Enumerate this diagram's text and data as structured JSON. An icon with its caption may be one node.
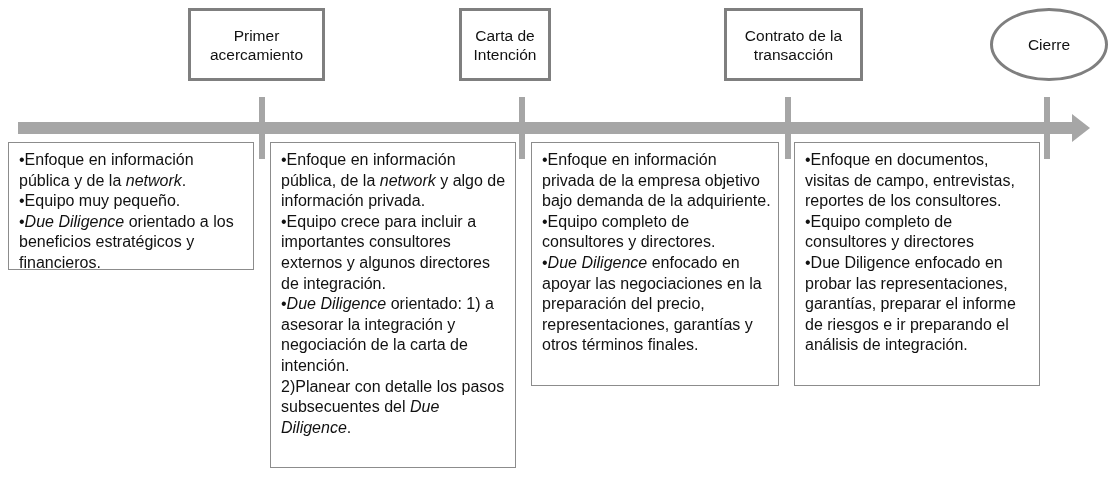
{
  "diagram": {
    "nodes": [
      {
        "text": [
          "Primer acercamiento"
        ]
      },
      {
        "text": [
          "Carta de Intención"
        ]
      },
      {
        "text": [
          "Contrato de la transacción"
        ]
      },
      {
        "text": [
          "Cierre"
        ]
      },
      {
        "text": [
          "•Enfoque en información pública y de la *network*.",
          "•Equipo muy pequeño.",
          "•*Due Diligence* orientado a los beneficios estratégicos y financieros."
        ]
      },
      {
        "text": [
          "•Enfoque en información pública, de la *network* y algo de información privada.",
          "•Equipo crece para incluir a importantes consultores externos y algunos directores de integración.",
          "•*Due Diligence* orientado: 1) a asesorar la integración y negociación de la carta de intención.",
          "2)Planear con detalle los pasos subsecuentes del *Due Diligence*."
        ]
      },
      {
        "text": [
          "•Enfoque en información privada de la empresa objetivo bajo demanda de la adquiriente.",
          "•Equipo completo de consultores y directores.",
          "•*Due Diligence* enfocado en apoyar las negociaciones en la preparación del precio, representaciones, garantías y otros términos finales."
        ]
      },
      {
        "text": [
          "•Enfoque en documentos, visitas de campo, entrevistas, reportes de los consultores.",
          "•Equipo completo de consultores y directores",
          "•Due Diligence enfocado en probar las representaciones, garantías, preparar el informe de riesgos e ir preparando  el análisis de integración."
        ]
      }
    ]
  }
}
